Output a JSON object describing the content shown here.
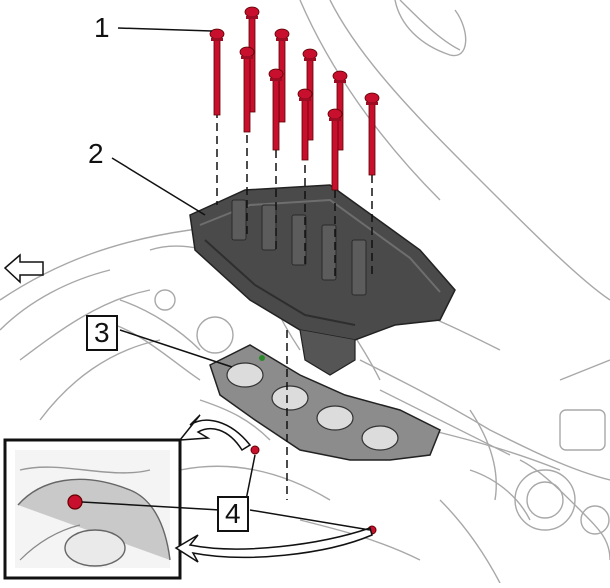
{
  "callouts": {
    "c1": "1",
    "c2": "2",
    "c3": "3",
    "c4": "4"
  },
  "icons": {
    "direction": "arrow-left-outline-icon",
    "bolts": "cylinder-head-bolt-icon",
    "detail_arrows": "curved-arrow-icon"
  },
  "colors": {
    "bolt": "#c8102e",
    "head": "#4a4a4a",
    "gasket": "#8c8c8c",
    "engine_line": "#9a9a9a",
    "callout_text": "#111111"
  },
  "bolt_count": 10
}
